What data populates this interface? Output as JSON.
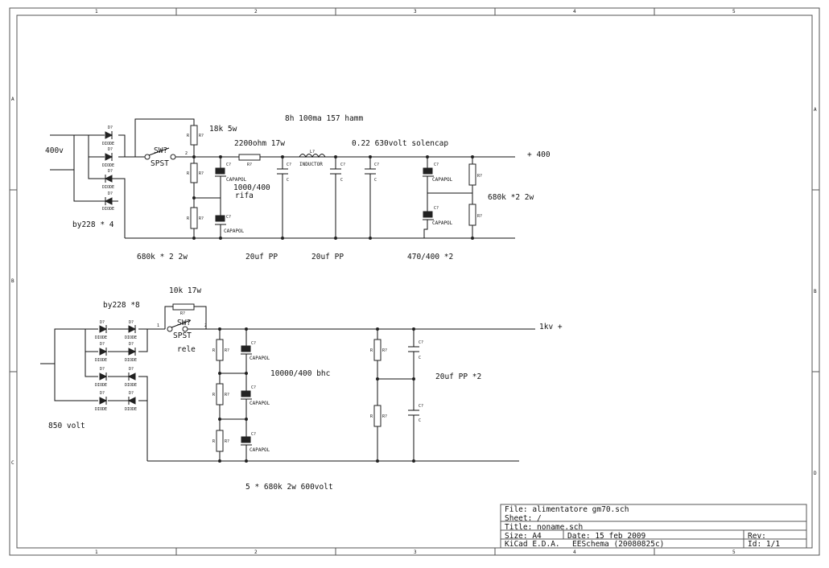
{
  "border": {
    "col_numbers": [
      "1",
      "2",
      "3",
      "4",
      "5"
    ],
    "row_letters": [
      "A",
      "B",
      "C",
      "D"
    ]
  },
  "upper": {
    "input_label": "400v",
    "rectifier_label": "by228 * 4",
    "diode_refs": [
      "D?",
      "D?",
      "D?",
      "D?"
    ],
    "diode_values": [
      "DIODE",
      "DIODE",
      "DIODE",
      "DIODE"
    ],
    "switch_ref": "SW?",
    "switch_value": "SPST",
    "switch_pin": "2",
    "top_resistor_note": "18k 5w",
    "series_resistor_note": "2200ohm 17w",
    "series_resistor_ref": "R?",
    "choke_note": "8h 100ma 157 hamm",
    "inductor_ref": "L?",
    "inductor_value": "INDUCTOR",
    "film_cap_note": "0.22 630volt solencap",
    "output_label": "+ 400",
    "cap_pol_ref": "C?",
    "cap_pol_value": "CAPAPOL",
    "cap_ref": "C?",
    "cap_value": "C",
    "res_ref": "R?",
    "res_value": "R",
    "filter_caps_note": "1000/400",
    "rifa_note": "rifa",
    "right_res_note": "680k *2  2w",
    "bottom_left_note": "680k * 2   2w",
    "pp_note_1": "20uf  PP",
    "pp_note_2": "20uf PP",
    "cap_bank_note": "470/400 *2"
  },
  "lower": {
    "rectifier_label": "by228 *8",
    "input_label": "850 volt",
    "diode_refs": [
      "D?",
      "D?",
      "D?",
      "D?",
      "D?",
      "D?",
      "D?",
      "D?"
    ],
    "diode_values": [
      "DIODE",
      "DIODE",
      "DIODE",
      "DIODE",
      "DIODE",
      "DIODE",
      "DIODE",
      "DIODE"
    ],
    "bypass_resistor_note": "10k 17w",
    "bypass_resistor_ref": "R?",
    "switch_ref": "SW?",
    "switch_value": "SPST",
    "switch_pin_left": "1",
    "switch_pin_right": "2",
    "relay_note": "rele",
    "output_label": "1kv +",
    "cap_bank_note": "10000/400 bhc",
    "pp_note": "20uf  PP  *2",
    "bottom_note": "5 *   680k 2w 600volt",
    "cap_pol_ref": "C?",
    "cap_pol_value": "CAPAPOL",
    "cap_ref": "C?",
    "cap_value": "C",
    "res_ref": "R?",
    "res_value": "R"
  },
  "title_block": {
    "file": "File: alimentatore gm70.sch",
    "sheet": "Sheet: /",
    "title": "Title: noname.sch",
    "size": "Size: A4",
    "date": "Date: 15 feb 2009",
    "rev": "Rev:",
    "app": "KiCad E.D.A.",
    "version": "EESchema (20080825c)",
    "id": "Id: 1/1"
  }
}
